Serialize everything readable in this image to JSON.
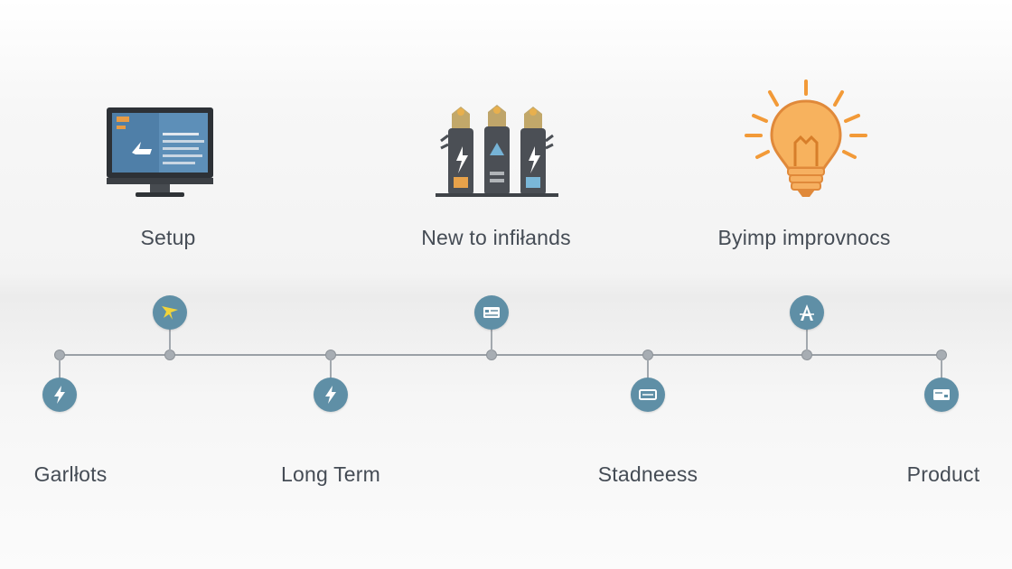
{
  "top_items": [
    {
      "label": "Setup",
      "icon": "computer-monitor-icon"
    },
    {
      "label": "New to infiłands",
      "icon": "battery-rockets-icon"
    },
    {
      "label": "Byimp improvnocs",
      "icon": "lightbulb-icon"
    }
  ],
  "timeline_nodes_above": [
    {
      "icon": "star-arrow-icon"
    },
    {
      "icon": "card-icon"
    },
    {
      "icon": "letter-a-icon"
    }
  ],
  "timeline_nodes_below": [
    {
      "icon": "lightning-icon",
      "label": "Garlłots"
    },
    {
      "icon": "lightning-icon",
      "label": "Long Term"
    },
    {
      "icon": "rectangle-icon",
      "label": "Stadneess"
    },
    {
      "icon": "card-icon",
      "label": "Product"
    }
  ],
  "colors": {
    "node": "#5f8fa6",
    "line": "#9aa0a6",
    "bulb": "#f4a64b"
  }
}
